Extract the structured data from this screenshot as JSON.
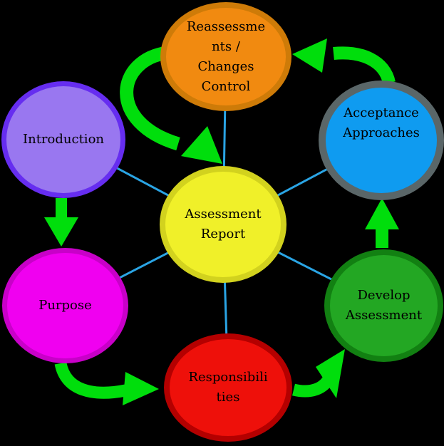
{
  "background": "#000000",
  "colors": {
    "arrow": "#00DE0C",
    "connector": "#2AA4E4",
    "text": "#000000"
  },
  "center_node": {
    "id": "assessment-report",
    "label": "Assessment Report",
    "lines": [
      "Assessment",
      "Report"
    ],
    "fill": "#F0F029",
    "border": "#D2D21E"
  },
  "nodes": [
    {
      "id": "reassessments-changes-control",
      "label": "Reassessments / Changes Control",
      "lines": [
        "Reassessme",
        "nts /",
        "Changes",
        "Control"
      ],
      "fill": "#F18A10",
      "border": "#CE7B08"
    },
    {
      "id": "acceptance-approaches",
      "label": "Acceptance Approaches",
      "lines": [
        "Acceptance",
        "Approaches"
      ],
      "fill": "#0F9BF0",
      "border": "#5A6668"
    },
    {
      "id": "develop-assessment",
      "label": "Develop Assessment",
      "lines": [
        "Develop",
        "Assessment"
      ],
      "fill": "#23A723",
      "border": "#128012"
    },
    {
      "id": "responsibilities",
      "label": "Responsibilities",
      "lines": [
        "Responsibili",
        "ties"
      ],
      "fill": "#EE100A",
      "border": "#B40000"
    },
    {
      "id": "purpose",
      "label": "Purpose",
      "lines": [
        "Purpose"
      ],
      "fill": "#F000F0",
      "border": "#C800C8"
    },
    {
      "id": "introduction",
      "label": "Introduction",
      "lines": [
        "Introduction"
      ],
      "fill": "#9977F0",
      "border": "#662DF0"
    }
  ],
  "arrows": [
    {
      "from": "introduction",
      "to": "purpose"
    },
    {
      "from": "purpose",
      "to": "responsibilities"
    },
    {
      "from": "responsibilities",
      "to": "develop-assessment"
    },
    {
      "from": "develop-assessment",
      "to": "acceptance-approaches"
    },
    {
      "from": "acceptance-approaches",
      "to": "reassessments-changes-control"
    },
    {
      "from": "reassessments-changes-control",
      "to": "assessment-report"
    }
  ]
}
